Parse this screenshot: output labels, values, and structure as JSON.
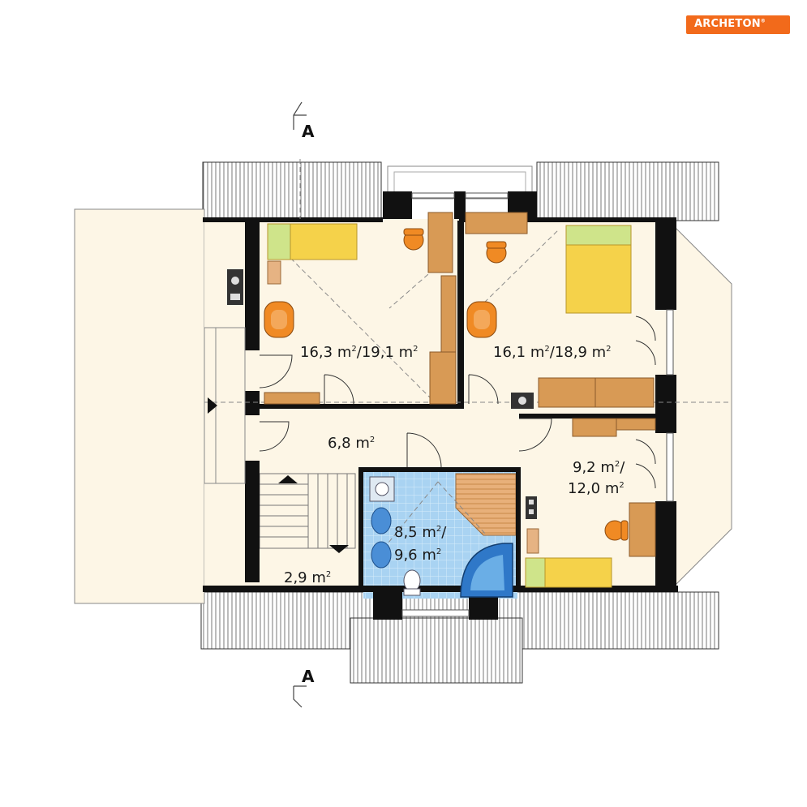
{
  "logo": {
    "text": "ARCHETON",
    "reg": "®"
  },
  "section_marks": {
    "top": "A",
    "bottom": "A"
  },
  "rooms": [
    {
      "id": "bedroom-1",
      "area": "16,3",
      "area2": "19,1",
      "unit": "m"
    },
    {
      "id": "bedroom-2",
      "area": "16,1",
      "area2": "18,9",
      "unit": "m"
    },
    {
      "id": "hall",
      "area": "6,8",
      "unit": "m"
    },
    {
      "id": "bedroom-3",
      "area": "9,2",
      "area2": "12,0",
      "unit": "m"
    },
    {
      "id": "bathroom",
      "area": "8,5",
      "area2": "9,6",
      "unit": "m"
    },
    {
      "id": "stair-landing",
      "area": "2,9",
      "unit": "m"
    }
  ],
  "sup": "2",
  "slash": "/",
  "colors": {
    "floor": "#fdf6e6",
    "wall": "#111111",
    "bath_tile": "#a9d3f2",
    "furniture_wood": "#d89a55",
    "bed_yellow": "#f5d24a",
    "chair_orange": "#f08a24",
    "brand": "#f26a1b"
  },
  "icons": [
    "north-arrow-icon",
    "chair-icon",
    "bed-icon",
    "toilet-icon",
    "sink-icon",
    "bathtub-icon",
    "stove-icon"
  ]
}
